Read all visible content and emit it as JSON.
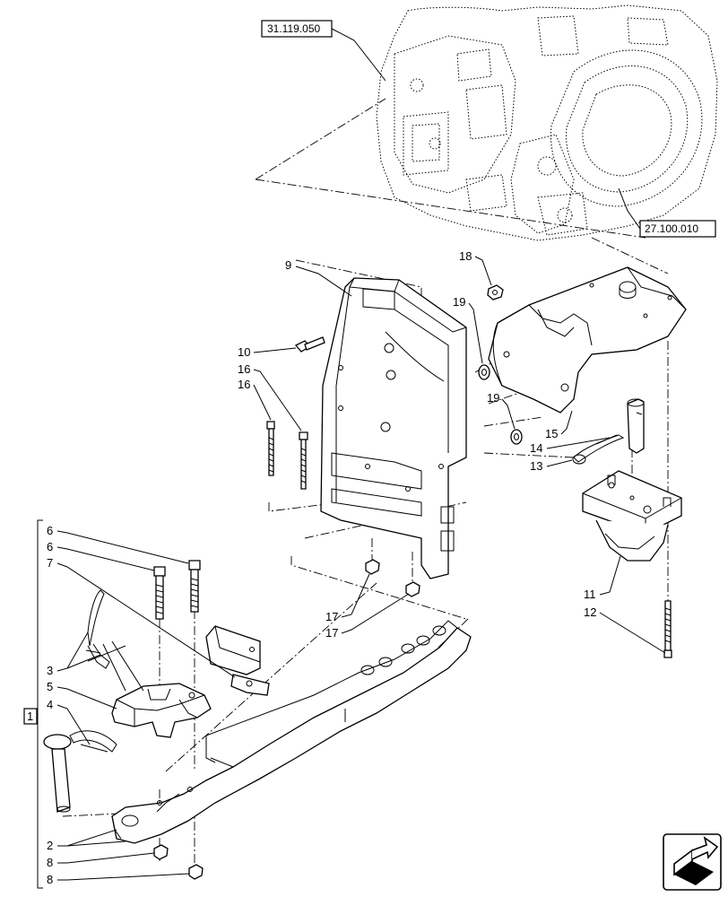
{
  "references": {
    "upper": "31.119.050",
    "lower": "27.100.010"
  },
  "group_label": "1",
  "callouts": {
    "c2": "2",
    "c3": "3",
    "c4": "4",
    "c5": "5",
    "c6a": "6",
    "c6b": "6",
    "c7": "7",
    "c8a": "8",
    "c8b": "8",
    "c9": "9",
    "c10": "10",
    "c11": "11",
    "c12": "12",
    "c13": "13",
    "c14": "14",
    "c15": "15",
    "c16a": "16",
    "c16b": "16",
    "c17a": "17",
    "c17b": "17",
    "c18": "18",
    "c19a": "19",
    "c19b": "19"
  },
  "icons": {
    "corner": "navigation-arrow-icon"
  }
}
